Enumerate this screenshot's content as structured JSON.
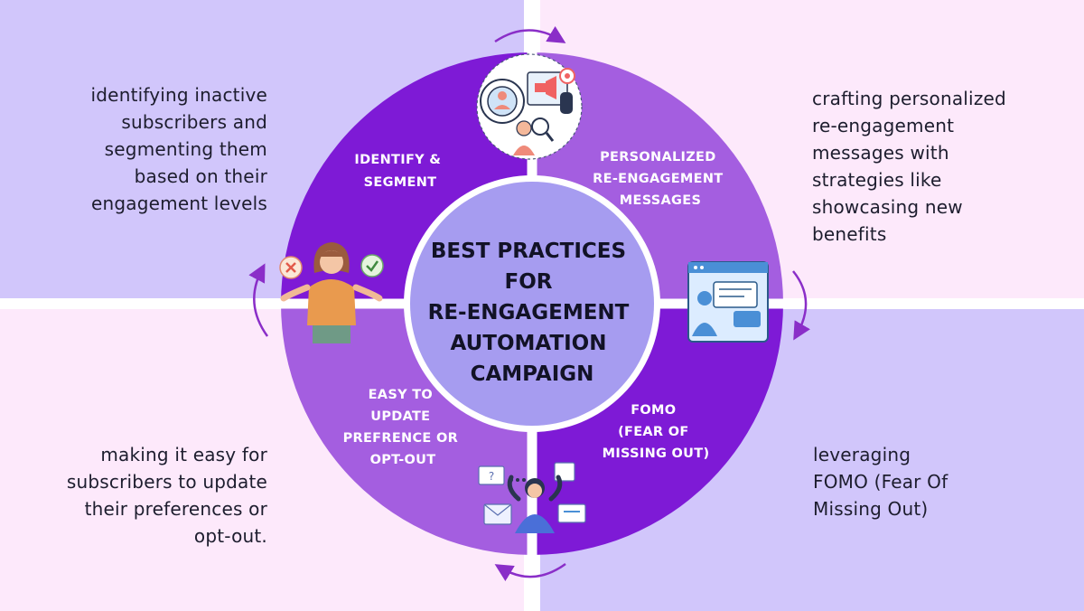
{
  "colors": {
    "quad_lavender": "#d1c6fb",
    "quad_pink": "#fde9fb",
    "segment_dark": "#7e1ad6",
    "segment_light": "#a45ee0",
    "center_fill": "#a69cf0",
    "arrow": "#8a2ec8"
  },
  "center": {
    "lines": [
      "BEST PRACTICES",
      "FOR",
      "RE-ENGAGEMENT",
      "AUTOMATION",
      "CAMPAIGN"
    ]
  },
  "segments": [
    {
      "label_lines": [
        "IDENTIFY &",
        "SEGMENT"
      ],
      "icon": "target-user-analytics-icon"
    },
    {
      "label_lines": [
        "PERSONALIZED",
        "RE-ENGAGEMENT",
        "MESSAGES"
      ],
      "icon": "chat-window-icon"
    },
    {
      "label_lines": [
        "FOMO",
        "(FEAR OF",
        "MISSING OUT)"
      ],
      "icon": "woman-choice-icon"
    },
    {
      "label_lines": [
        "EASY TO",
        "UPDATE",
        "PREFRENCE OR",
        "OPT-OUT"
      ],
      "icon": "woman-overwhelmed-messages-icon"
    }
  ],
  "descriptions": {
    "top_left": "identifying inactive\nsubscribers and\nsegmenting them\nbased on their\nengagement levels",
    "top_right": "crafting personalized\nre-engagement\nmessages with\nstrategies like\nshowcasing new\nbenefits",
    "bottom_left": "making it easy for\nsubscribers to update\ntheir preferences or\nopt-out.",
    "bottom_right": "leveraging\nFOMO (Fear Of\nMissing Out)"
  }
}
